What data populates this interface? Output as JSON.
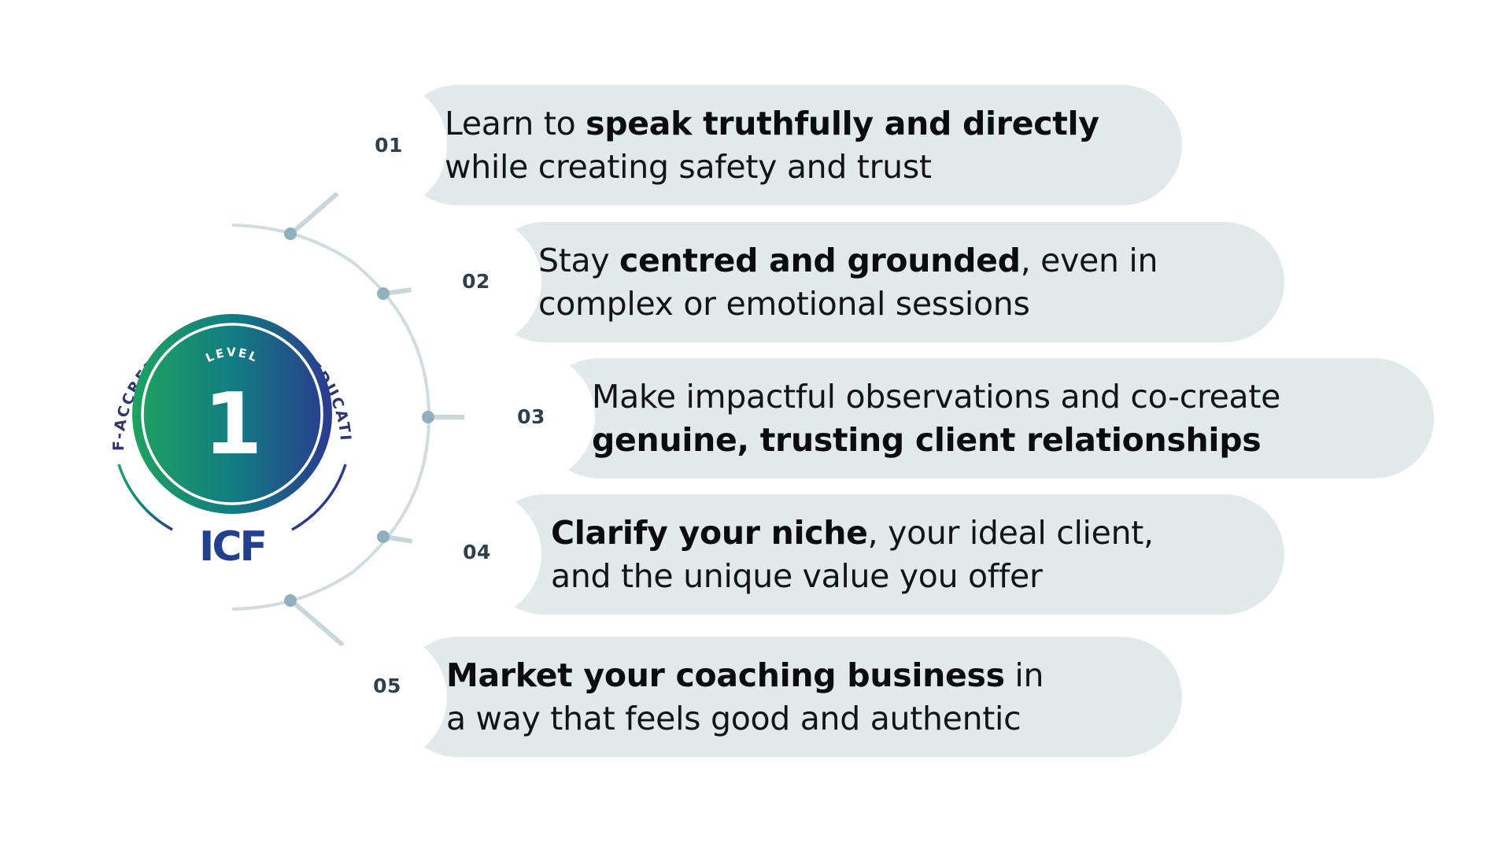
{
  "badge": {
    "arc_text": "ICF-ACCREDITED COACHING EDUCATION",
    "level_label": "LEVEL",
    "level_number": "1",
    "logo_text": "ICF",
    "colors": {
      "gradient_start": "#1ea35f",
      "gradient_mid": "#117d82",
      "gradient_end": "#2b3a8f",
      "arc_text": "#2b3570",
      "outer_arc": "#1e9c6a"
    }
  },
  "connector_color": "#c9d7dc",
  "dot_color": "#8fb0bf",
  "pill_color": "#e1e9ea",
  "items": [
    {
      "number": "01",
      "line1_pre": "Learn to ",
      "line1_bold": "speak truthfully and directly",
      "line1_post": "",
      "line2_pre": "while creating safety and trust",
      "line2_bold": "",
      "line2_post": ""
    },
    {
      "number": "02",
      "line1_pre": "Stay ",
      "line1_bold": "centred and grounded",
      "line1_post": ", even in",
      "line2_pre": "complex or emotional sessions",
      "line2_bold": "",
      "line2_post": ""
    },
    {
      "number": "03",
      "line1_pre": "Make impactful observations and co-create",
      "line1_bold": "",
      "line1_post": "",
      "line2_pre": "",
      "line2_bold": "genuine, trusting client relationships",
      "line2_post": ""
    },
    {
      "number": "04",
      "line1_pre": "",
      "line1_bold": "Clarify your niche",
      "line1_post": ", your ideal client,",
      "line2_pre": "and the unique value you offer",
      "line2_bold": "",
      "line2_post": ""
    },
    {
      "number": "05",
      "line1_pre": "",
      "line1_bold": "Market your coaching business",
      "line1_post": " in",
      "line2_pre": "a way that feels good and authentic",
      "line2_bold": "",
      "line2_post": ""
    }
  ]
}
